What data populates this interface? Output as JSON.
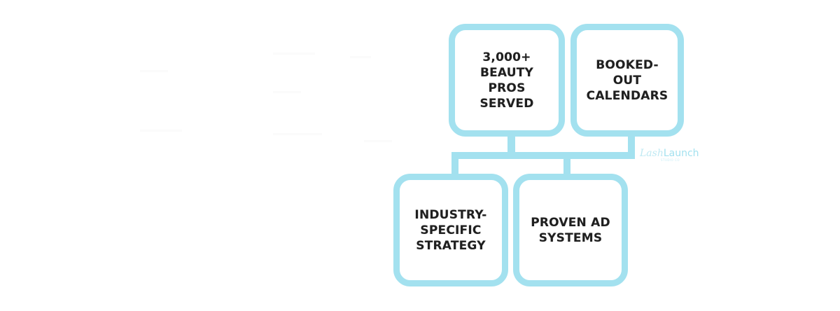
{
  "diagram": {
    "accent_color": "#a3e1ef",
    "text_color": "#1f1f1f",
    "top_boxes": [
      {
        "label": "3,000+\nBEAUTY\nPROS\nSERVED"
      },
      {
        "label": "BOOKED-\nOUT\nCALENDARS"
      }
    ],
    "bottom_boxes": [
      {
        "label": "INDUSTRY-\nSPECIFIC\nSTRATEGY"
      },
      {
        "label": "PROVEN AD\nSYSTEMS"
      }
    ]
  },
  "logo": {
    "script_part": "Lash",
    "bold_part": "Launch",
    "subtext": "STUDIO CO"
  }
}
